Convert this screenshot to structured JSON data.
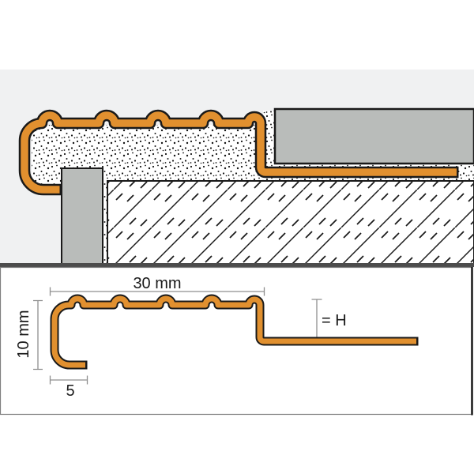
{
  "colors": {
    "profile_orange": "#E1902F",
    "outline_black": "#1A1A1A",
    "tile_gray": "#B9BCBA",
    "background_gray": "#F0F1F2",
    "panel_white": "#FFFFFF",
    "ground_dark": "#4C4C4C",
    "dimension_line_gray": "#8F8F8F",
    "label_text": "#1A1A1A"
  },
  "dimension_drawing": {
    "width_label": "30 mm",
    "height_label": "10 mm",
    "lip_width_label": "5",
    "tile_height_label": "= H"
  }
}
